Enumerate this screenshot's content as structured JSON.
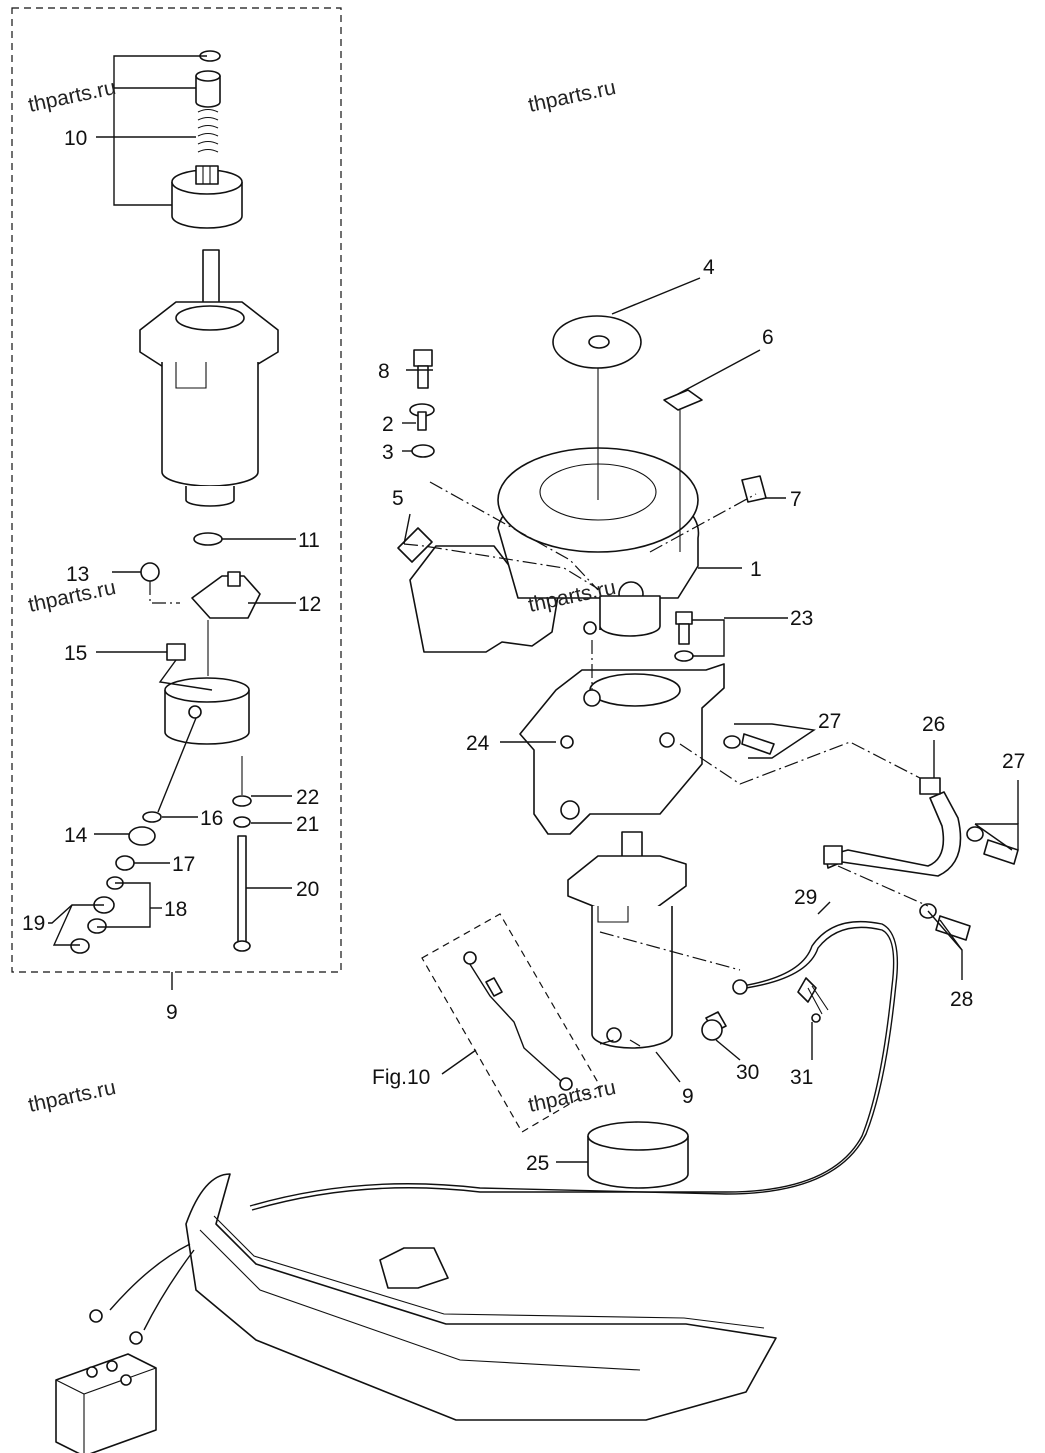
{
  "callouts": {
    "c1": "1",
    "c2": "2",
    "c3": "3",
    "c4": "4",
    "c5": "5",
    "c6": "6",
    "c7": "7",
    "c8": "8",
    "c9_kit": "9",
    "c9_motor": "9",
    "c10": "10",
    "c11": "11",
    "c12": "12",
    "c13": "13",
    "c14": "14",
    "c15": "15",
    "c16": "16",
    "c17": "17",
    "c18": "18",
    "c19": "19",
    "c20": "20",
    "c21": "21",
    "c22": "22",
    "c23": "23",
    "c24": "24",
    "c25": "25",
    "c26": "26",
    "c27_a": "27",
    "c27_b": "27",
    "c28": "28",
    "c29": "29",
    "c30": "30",
    "c31": "31"
  },
  "figure_ref": "Fig.10",
  "watermarks": [
    "thparts.ru",
    "thparts.ru",
    "thparts.ru",
    "thparts.ru",
    "thparts.ru",
    "thparts.ru"
  ]
}
